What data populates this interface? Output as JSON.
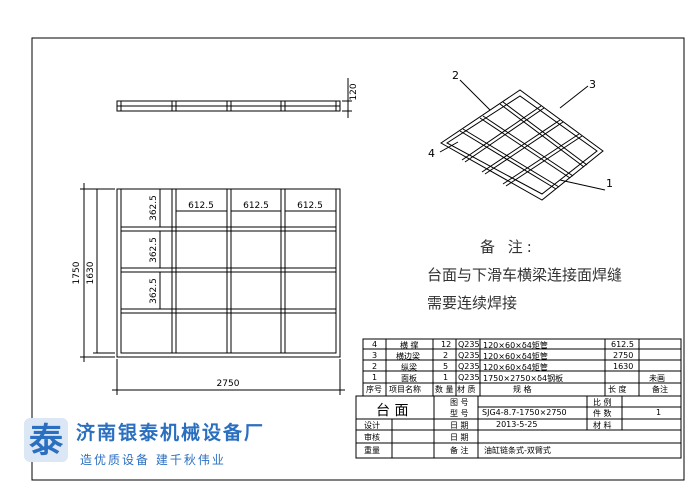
{
  "top_view": {
    "height_dim": "120"
  },
  "plan_view": {
    "width_dim": "2750",
    "outer_height_dim": "1750",
    "inner_height_dim": "1630",
    "column_dim": "612.5",
    "row_dim": "362.5"
  },
  "iso_view": {
    "callouts": [
      "2",
      "3",
      "4",
      "1"
    ]
  },
  "notes": {
    "title": "备  注:",
    "line1": "台面与下滑车横梁连接面焊缝",
    "line2": "需要连续焊接"
  },
  "parts_table": {
    "rows": [
      {
        "no": "4",
        "name": "横 撑",
        "qty": "12",
        "material": "Q235",
        "spec": "120×60×δ4矩管",
        "length": "612.5",
        "note": ""
      },
      {
        "no": "3",
        "name": "横边梁",
        "qty": "2",
        "material": "Q235",
        "spec": "120×60×δ4矩管",
        "length": "2750",
        "note": ""
      },
      {
        "no": "2",
        "name": "纵梁",
        "qty": "5",
        "material": "Q235",
        "spec": "120×60×δ4矩管",
        "length": "1630",
        "note": ""
      },
      {
        "no": "1",
        "name": "面板",
        "qty": "1",
        "material": "Q235",
        "spec": "1750×2750×δ4钢板",
        "length": "",
        "note": "未画"
      }
    ],
    "header": {
      "no": "序号",
      "name": "项目名称",
      "qty": "数 量",
      "material": "材 质",
      "spec": "规        格",
      "length": "长 度",
      "note": "备注"
    }
  },
  "title_block": {
    "part_name": "台 面",
    "drawing_no_label": "图 号",
    "model_label": "型 号",
    "model_value": "SJG4-8.7-1750×2750",
    "scale_label": "比 例",
    "pieces_label": "件 数",
    "pieces_value": "1",
    "design_label": "设计",
    "date_label": "日 期",
    "date_value": "2013-5-25",
    "material_label": "材 料",
    "review_label": "审核",
    "date2_label": "日 期",
    "weight_label": "重量",
    "remark_label": "备 注",
    "remark_value": "油缸链条式-双臂式"
  },
  "company": {
    "name": "济南银泰机械设备厂",
    "slogan": "造优质设备  建千秋伟业",
    "logo_char": "泰"
  },
  "colors": {
    "line": "#000000",
    "brand": "#2b6fc0"
  }
}
